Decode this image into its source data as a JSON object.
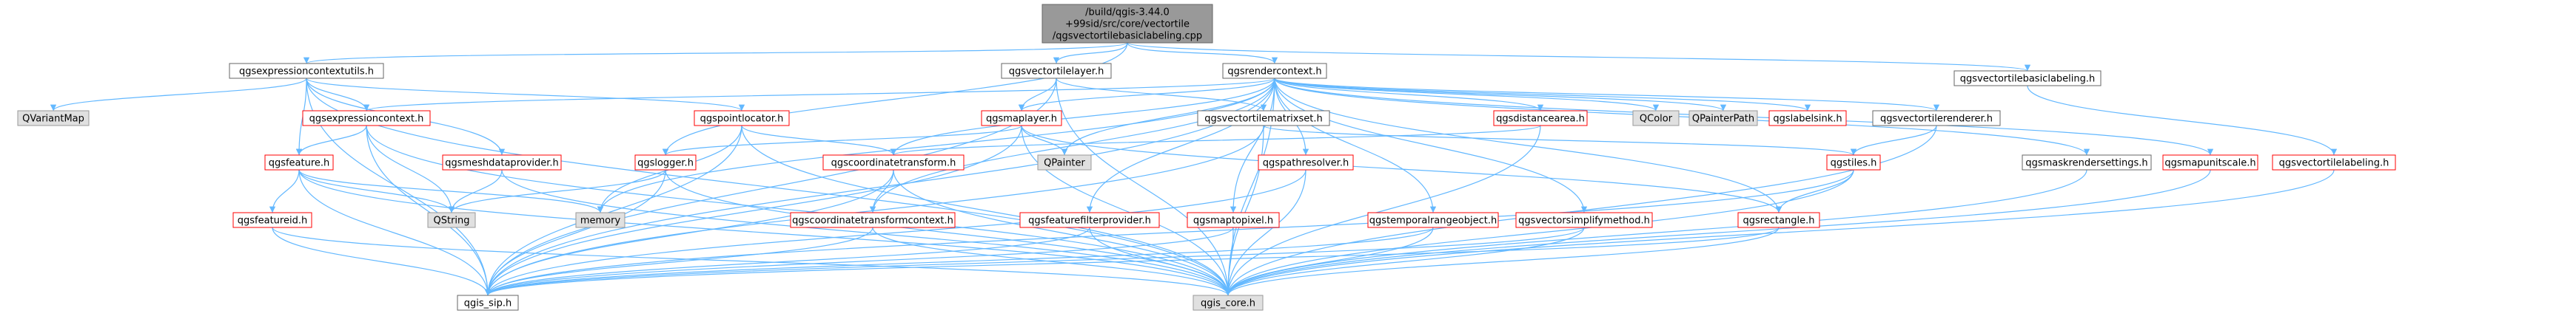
{
  "colors": {
    "edge": "#63b8ff",
    "root_fill": "#999999",
    "plain_fill": "#ffffff",
    "plain_border": "#666666",
    "red_border": "#ff0000",
    "external_fill": "#e0e0e0",
    "external_border": "#999999",
    "text": "#000000"
  },
  "nodes": [
    {
      "id": "root",
      "label": "/build/qgis-3.44.0\n+99sid/src/core/vectortile\n/qgsvectortilebasiclabeling.cpp",
      "style": "root"
    },
    {
      "id": "exprctxutils",
      "label": "qgsexpressioncontextutils.h",
      "style": "plain"
    },
    {
      "id": "vtlayer",
      "label": "qgsvectortilelayer.h",
      "style": "plain"
    },
    {
      "id": "renderctx",
      "label": "qgsrendercontext.h",
      "style": "plain"
    },
    {
      "id": "vtbasiclabeling",
      "label": "qgsvectortilebasiclabeling.h",
      "style": "plain"
    },
    {
      "id": "qvariantmap",
      "label": "QVariantMap",
      "style": "external"
    },
    {
      "id": "exprctx",
      "label": "qgsexpressioncontext.h",
      "style": "red"
    },
    {
      "id": "pointlocator",
      "label": "qgspointlocator.h",
      "style": "red"
    },
    {
      "id": "maplayer",
      "label": "qgsmaplayer.h",
      "style": "red"
    },
    {
      "id": "vtmatrixset",
      "label": "qgsvectortilematrixset.h",
      "style": "plain"
    },
    {
      "id": "distancearea",
      "label": "qgsdistancearea.h",
      "style": "red"
    },
    {
      "id": "qcolor",
      "label": "QColor",
      "style": "external"
    },
    {
      "id": "qpainterpath",
      "label": "QPainterPath",
      "style": "external"
    },
    {
      "id": "labelsink",
      "label": "qgslabelsink.h",
      "style": "red"
    },
    {
      "id": "vtrenderer",
      "label": "qgsvectortilerenderer.h",
      "style": "plain"
    },
    {
      "id": "feature",
      "label": "qgsfeature.h",
      "style": "red"
    },
    {
      "id": "meshprovider",
      "label": "qgsmeshdataprovider.h",
      "style": "red"
    },
    {
      "id": "logger",
      "label": "qgslogger.h",
      "style": "red"
    },
    {
      "id": "qpainter",
      "label": "QPainter",
      "style": "external"
    },
    {
      "id": "coordtransform",
      "label": "qgscoordinatetransform.h",
      "style": "red"
    },
    {
      "id": "pathresolver",
      "label": "qgspathresolver.h",
      "style": "red"
    },
    {
      "id": "tiles",
      "label": "qgstiles.h",
      "style": "red"
    },
    {
      "id": "maskrender",
      "label": "qgsmaskrendersettings.h",
      "style": "plain"
    },
    {
      "id": "mapunitscale",
      "label": "qgsmapunitscale.h",
      "style": "red"
    },
    {
      "id": "vtlabeling",
      "label": "qgsvectortilelabeling.h",
      "style": "red"
    },
    {
      "id": "featureid",
      "label": "qgsfeatureid.h",
      "style": "red"
    },
    {
      "id": "memory",
      "label": "memory",
      "style": "external"
    },
    {
      "id": "qstring",
      "label": "QString",
      "style": "external"
    },
    {
      "id": "coordtransformctx",
      "label": "qgscoordinatetransformcontext.h",
      "style": "red"
    },
    {
      "id": "featurefilter",
      "label": "qgsfeaturefilterprovider.h",
      "style": "red"
    },
    {
      "id": "maptopixel",
      "label": "qgsmaptopixel.h",
      "style": "red"
    },
    {
      "id": "temporalrange",
      "label": "qgstemporalrangeobject.h",
      "style": "red"
    },
    {
      "id": "vsimplify",
      "label": "qgsvectorsimplifymethod.h",
      "style": "red"
    },
    {
      "id": "rectangle",
      "label": "qgsrectangle.h",
      "style": "red"
    },
    {
      "id": "qgissip",
      "label": "qgis_sip.h",
      "style": "plain"
    },
    {
      "id": "qgiscore",
      "label": "qgis_core.h",
      "style": "external"
    }
  ],
  "edges": [
    [
      "root",
      "exprctxutils"
    ],
    [
      "root",
      "vtlayer"
    ],
    [
      "root",
      "renderctx"
    ],
    [
      "root",
      "vtbasiclabeling"
    ],
    [
      "root",
      "logger"
    ],
    [
      "exprctxutils",
      "qvariantmap"
    ],
    [
      "exprctxutils",
      "exprctx"
    ],
    [
      "exprctxutils",
      "pointlocator"
    ],
    [
      "exprctxutils",
      "feature"
    ],
    [
      "exprctxutils",
      "meshprovider"
    ],
    [
      "exprctxutils",
      "qgissip"
    ],
    [
      "exprctxutils",
      "qgiscore"
    ],
    [
      "vtlayer",
      "maplayer"
    ],
    [
      "vtlayer",
      "vtmatrixset"
    ],
    [
      "vtlayer",
      "qgiscore"
    ],
    [
      "vtlayer",
      "qgissip"
    ],
    [
      "renderctx",
      "exprctx"
    ],
    [
      "renderctx",
      "maplayer"
    ],
    [
      "renderctx",
      "distancearea"
    ],
    [
      "renderctx",
      "qcolor"
    ],
    [
      "renderctx",
      "qpainterpath"
    ],
    [
      "renderctx",
      "labelsink"
    ],
    [
      "renderctx",
      "vtrenderer"
    ],
    [
      "renderctx",
      "coordtransform"
    ],
    [
      "renderctx",
      "coordtransformctx"
    ],
    [
      "renderctx",
      "pathresolver"
    ],
    [
      "renderctx",
      "maskrender"
    ],
    [
      "renderctx",
      "mapunitscale"
    ],
    [
      "renderctx",
      "featurefilter"
    ],
    [
      "renderctx",
      "maptopixel"
    ],
    [
      "renderctx",
      "temporalrange"
    ],
    [
      "renderctx",
      "vsimplify"
    ],
    [
      "renderctx",
      "rectangle"
    ],
    [
      "renderctx",
      "qpainter"
    ],
    [
      "renderctx",
      "memory"
    ],
    [
      "renderctx",
      "qgiscore"
    ],
    [
      "renderctx",
      "qgissip"
    ],
    [
      "vtbasiclabeling",
      "vtlabeling"
    ],
    [
      "exprctx",
      "feature"
    ],
    [
      "exprctx",
      "qstring"
    ],
    [
      "exprctx",
      "qgiscore"
    ],
    [
      "exprctx",
      "qgissip"
    ],
    [
      "pointlocator",
      "coordtransform"
    ],
    [
      "pointlocator",
      "memory"
    ],
    [
      "pointlocator",
      "qgiscore"
    ],
    [
      "pointlocator",
      "qgissip"
    ],
    [
      "maplayer",
      "logger"
    ],
    [
      "maplayer",
      "qpainter"
    ],
    [
      "maplayer",
      "qgiscore"
    ],
    [
      "maplayer",
      "qgissip"
    ],
    [
      "maplayer",
      "rectangle"
    ],
    [
      "vtmatrixset",
      "tiles"
    ],
    [
      "vtmatrixset",
      "qgiscore"
    ],
    [
      "vtmatrixset",
      "qgissip"
    ],
    [
      "distancearea",
      "coordtransform"
    ],
    [
      "distancearea",
      "qgiscore"
    ],
    [
      "vtrenderer",
      "tiles"
    ],
    [
      "vtrenderer",
      "qgiscore"
    ],
    [
      "feature",
      "featureid"
    ],
    [
      "feature",
      "qstring"
    ],
    [
      "feature",
      "memory"
    ],
    [
      "feature",
      "qgiscore"
    ],
    [
      "feature",
      "qgissip"
    ],
    [
      "meshprovider",
      "qstring"
    ],
    [
      "meshprovider",
      "qgiscore"
    ],
    [
      "logger",
      "qstring"
    ],
    [
      "logger",
      "qgiscore"
    ],
    [
      "logger",
      "qgissip"
    ],
    [
      "coordtransform",
      "coordtransformctx"
    ],
    [
      "coordtransform",
      "qgiscore"
    ],
    [
      "coordtransform",
      "qgissip"
    ],
    [
      "pathresolver",
      "qgiscore"
    ],
    [
      "pathresolver",
      "qgissip"
    ],
    [
      "tiles",
      "rectangle"
    ],
    [
      "tiles",
      "qgiscore"
    ],
    [
      "tiles",
      "qgissip"
    ],
    [
      "maskrender",
      "qgiscore"
    ],
    [
      "mapunitscale",
      "qgiscore"
    ],
    [
      "vtlabeling",
      "qgiscore"
    ],
    [
      "featureid",
      "qgissip"
    ],
    [
      "featureid",
      "qgiscore"
    ],
    [
      "coordtransformctx",
      "qgiscore"
    ],
    [
      "coordtransformctx",
      "qgissip"
    ],
    [
      "featurefilter",
      "qgiscore"
    ],
    [
      "featurefilter",
      "qgissip"
    ],
    [
      "maptopixel",
      "qgiscore"
    ],
    [
      "maptopixel",
      "qgissip"
    ],
    [
      "temporalrange",
      "qgiscore"
    ],
    [
      "temporalrange",
      "qgissip"
    ],
    [
      "vsimplify",
      "qgiscore"
    ],
    [
      "vsimplify",
      "qgissip"
    ],
    [
      "rectangle",
      "qgiscore"
    ],
    [
      "rectangle",
      "qgissip"
    ]
  ]
}
